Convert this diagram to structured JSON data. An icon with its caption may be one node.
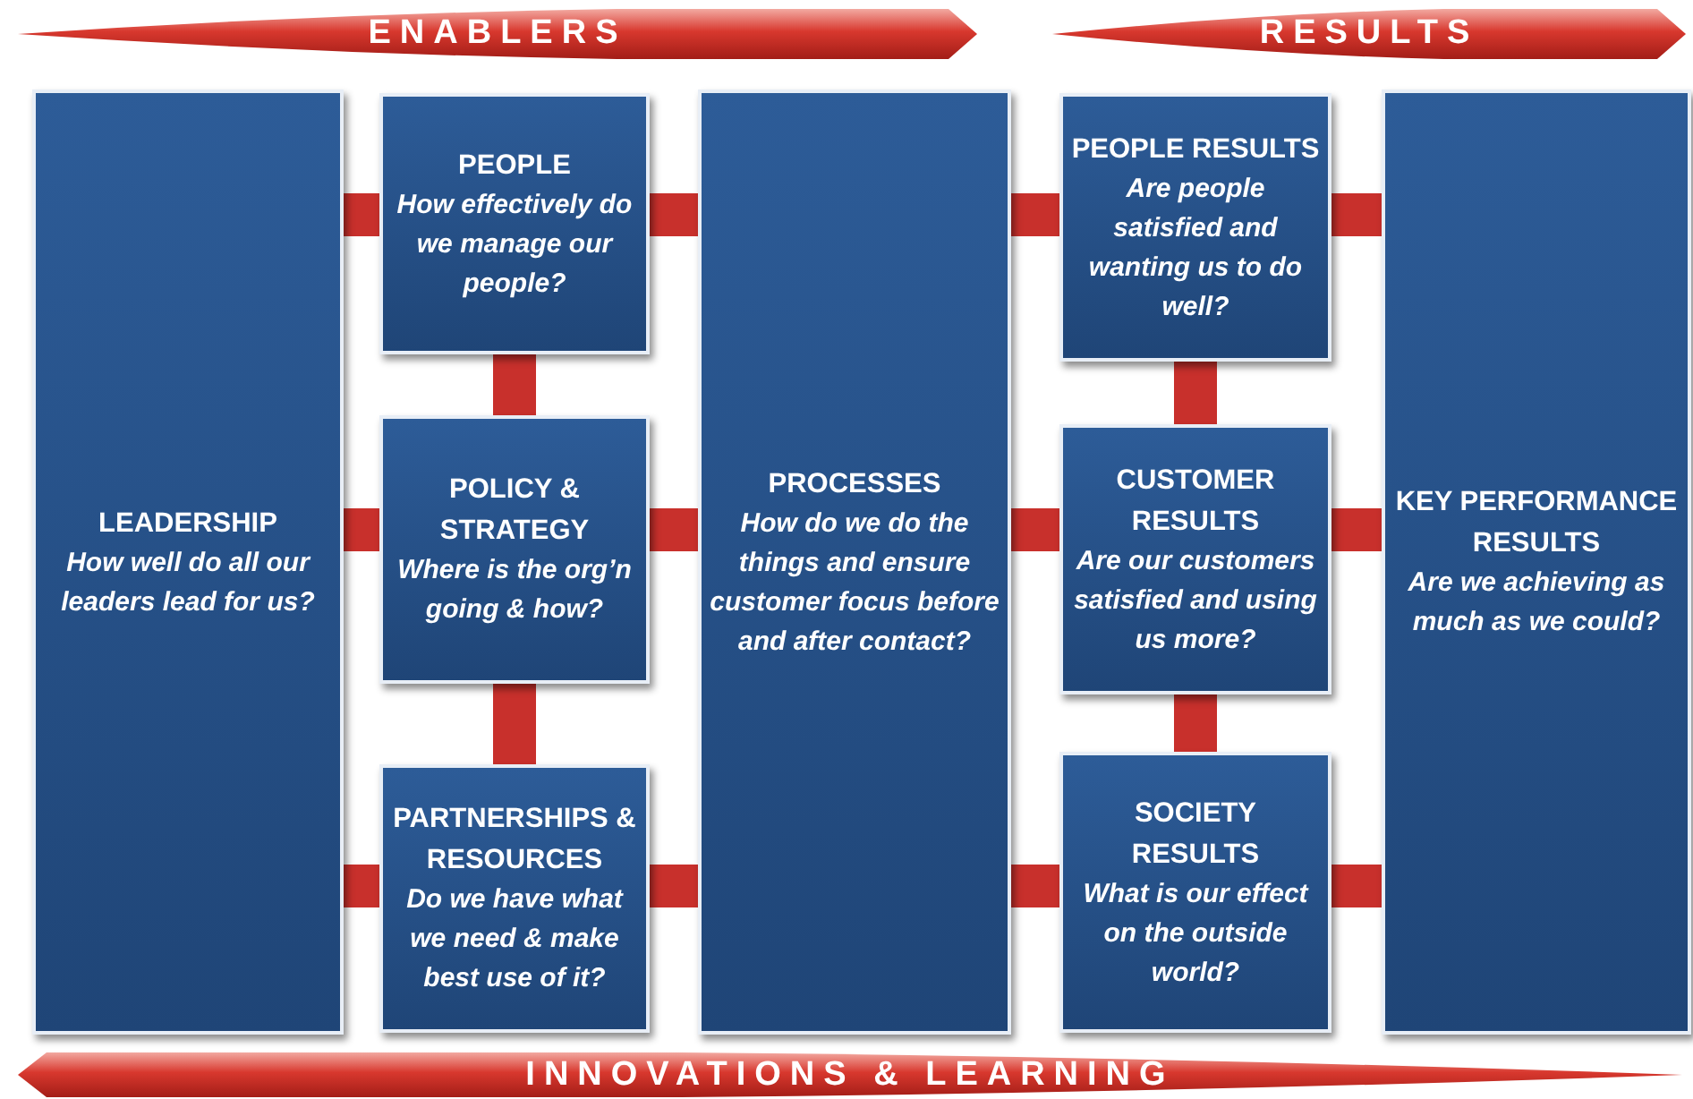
{
  "diagram": {
    "nodes": [
      {
        "text": [
          "ENABLERS"
        ]
      },
      {
        "text": [
          "RESULTS"
        ]
      },
      {
        "text": [
          "LEADERSHIP",
          "How well do all our leaders lead for us?"
        ]
      },
      {
        "text": [
          "PEOPLE",
          "How effectively do we manage our people?"
        ]
      },
      {
        "text": [
          "POLICY & STRATEGY",
          "Where is the org’n going & how?"
        ]
      },
      {
        "text": [
          "PARTNERSHIPS & RESOURCES",
          "Do we have what we need & make best use of it?"
        ]
      },
      {
        "text": [
          "PROCESSES",
          "How do we do the things and ensure customer focus before and after contact?"
        ]
      },
      {
        "text": [
          "PEOPLE RESULTS",
          "Are people satisfied and wanting us to do well?"
        ]
      },
      {
        "text": [
          "CUSTOMER RESULTS",
          "Are our customers satisfied and using us more?"
        ]
      },
      {
        "text": [
          "SOCIETY RESULTS",
          "What is our effect on the outside world?"
        ]
      },
      {
        "text": [
          "KEY PERFORMANCE RESULTS",
          "Are we achieving as much as we could?"
        ]
      },
      {
        "text": [
          "INNOVATIONS & LEARNING"
        ]
      }
    ],
    "edges": [
      {
        "from": 2,
        "to": 3,
        "arrow": "none"
      },
      {
        "from": 2,
        "to": 4,
        "arrow": "none"
      },
      {
        "from": 2,
        "to": 5,
        "arrow": "none"
      },
      {
        "from": 3,
        "to": 6,
        "arrow": "none"
      },
      {
        "from": 4,
        "to": 6,
        "arrow": "none"
      },
      {
        "from": 5,
        "to": 6,
        "arrow": "none"
      },
      {
        "from": 3,
        "to": 4,
        "arrow": "none"
      },
      {
        "from": 4,
        "to": 5,
        "arrow": "none"
      },
      {
        "from": 6,
        "to": 7,
        "arrow": "none"
      },
      {
        "from": 6,
        "to": 8,
        "arrow": "none"
      },
      {
        "from": 6,
        "to": 9,
        "arrow": "none"
      },
      {
        "from": 7,
        "to": 8,
        "arrow": "none"
      },
      {
        "from": 8,
        "to": 9,
        "arrow": "none"
      },
      {
        "from": 7,
        "to": 10,
        "arrow": "none"
      },
      {
        "from": 8,
        "to": 10,
        "arrow": "none"
      },
      {
        "from": 9,
        "to": 10,
        "arrow": "none"
      }
    ]
  }
}
